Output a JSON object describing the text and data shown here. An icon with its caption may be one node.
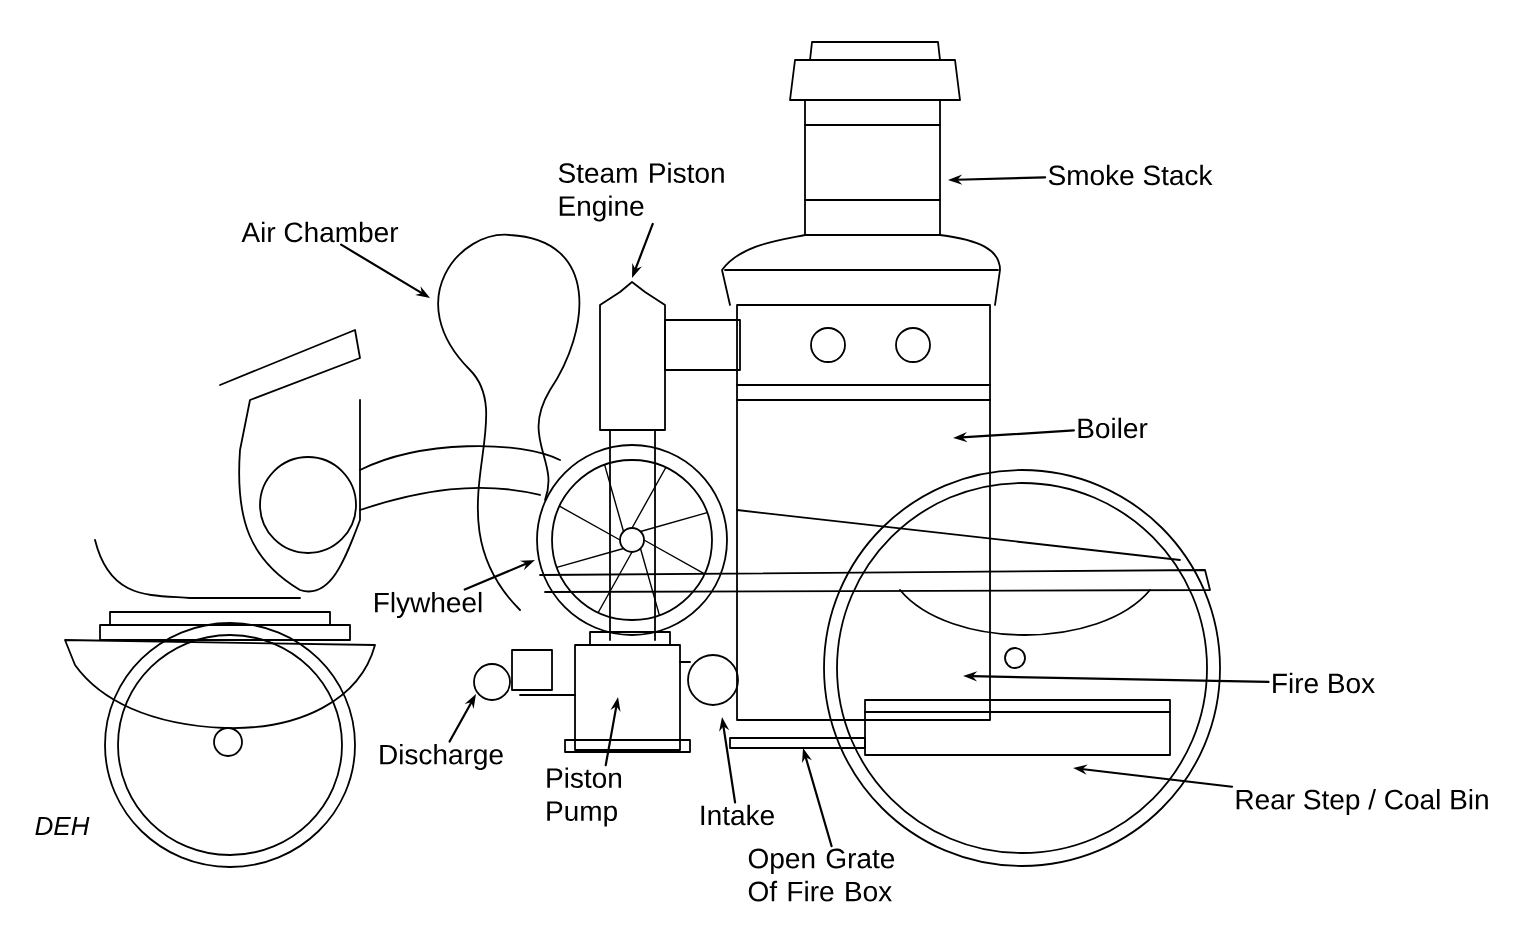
{
  "diagram": {
    "nodes": [
      {
        "text": [
          "Air Chamber"
        ]
      },
      {
        "text": [
          "Steam Piston Engine"
        ]
      },
      {
        "text": [
          "Smoke Stack"
        ]
      },
      {
        "text": [
          "Boiler"
        ]
      },
      {
        "text": [
          "Flywheel"
        ]
      },
      {
        "text": [
          "Fire Box"
        ]
      },
      {
        "text": [
          "Discharge"
        ]
      },
      {
        "text": [
          "Piston Pump"
        ]
      },
      {
        "text": [
          "Intake"
        ]
      },
      {
        "text": [
          "Open Grate Of Fire Box"
        ]
      },
      {
        "text": [
          "Rear Step / Coal Bin"
        ]
      }
    ],
    "edges": [
      {
        "from": 0,
        "to": null,
        "arrow": "to"
      },
      {
        "from": 1,
        "to": null,
        "arrow": "to"
      },
      {
        "from": 2,
        "to": null,
        "arrow": "to"
      },
      {
        "from": 3,
        "to": null,
        "arrow": "to"
      },
      {
        "from": 4,
        "to": null,
        "arrow": "to"
      },
      {
        "from": 5,
        "to": null,
        "arrow": "to"
      },
      {
        "from": 6,
        "to": null,
        "arrow": "to"
      },
      {
        "from": 7,
        "to": null,
        "arrow": "to"
      },
      {
        "from": 8,
        "to": null,
        "arrow": "to"
      },
      {
        "from": 9,
        "to": null,
        "arrow": "to"
      },
      {
        "from": 10,
        "to": null,
        "arrow": "to"
      }
    ],
    "labels": [
      "DEH"
    ]
  }
}
